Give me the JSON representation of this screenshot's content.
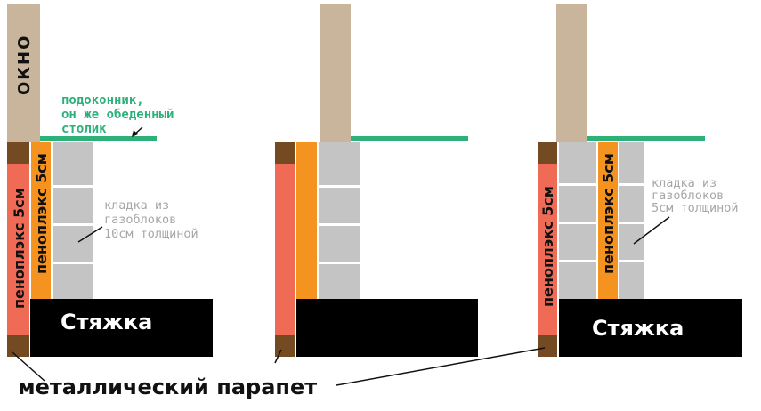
{
  "labels": {
    "window": "ОКНО",
    "sill_line1": "подоконник,",
    "sill_line2": "он же обеденный",
    "sill_line3": "столик",
    "penoplex": "пеноплэкс 5см",
    "block10_line1": "кладка из",
    "block10_line2": "газоблоков",
    "block10_line3": "10см толщиной",
    "block5_line1": "кладка из",
    "block5_line2": "газоблоков",
    "block5_line3": "5см толщиной",
    "screed": "Стяжка",
    "parapet": "металлический парапет"
  },
  "colors": {
    "window": "#c8b59b",
    "sill": "#2db07a",
    "penoplex_outer": "#ef6b55",
    "penoplex_inner": "#f59321",
    "brown_cap": "#744a22",
    "block": "#c4c4c4",
    "screed": "#000000",
    "label_gray": "#a7a7a7"
  }
}
